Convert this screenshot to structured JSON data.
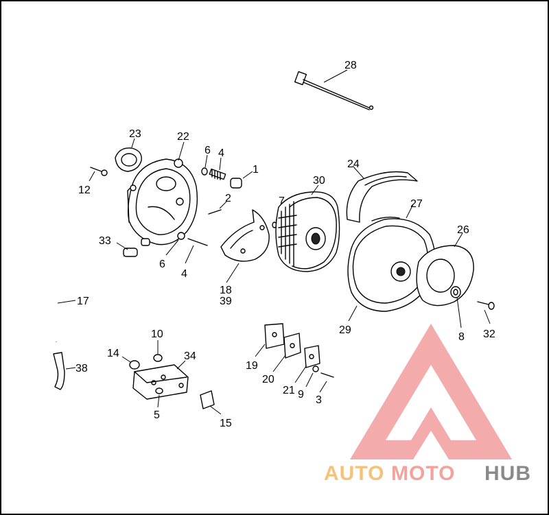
{
  "parts": {
    "p1": "1",
    "p2": "2",
    "p3": "3",
    "p4a": "4",
    "p4b": "4",
    "p5": "5",
    "p6a": "6",
    "p6b": "6",
    "p7": "7",
    "p8": "8",
    "p9": "9",
    "p10": "10",
    "p12": "12",
    "p14": "14",
    "p15": "15",
    "p17": "17",
    "p18": "18",
    "p39": "39",
    "p19": "19",
    "p20": "20",
    "p21": "21",
    "p22": "22",
    "p23": "23",
    "p24": "24",
    "p26": "26",
    "p27": "27",
    "p28": "28",
    "p29": "29",
    "p30": "30",
    "p32": "32",
    "p33": "33",
    "p34": "34",
    "p38": "38"
  },
  "watermark": {
    "part1": "AUTO",
    "part2": "MOTO",
    "part3": "HUB",
    "colors": {
      "auto": "#f5c27a",
      "moto": "#f3a39b",
      "hub": "#8a8a8a",
      "logo": "#ef8f8f"
    }
  }
}
